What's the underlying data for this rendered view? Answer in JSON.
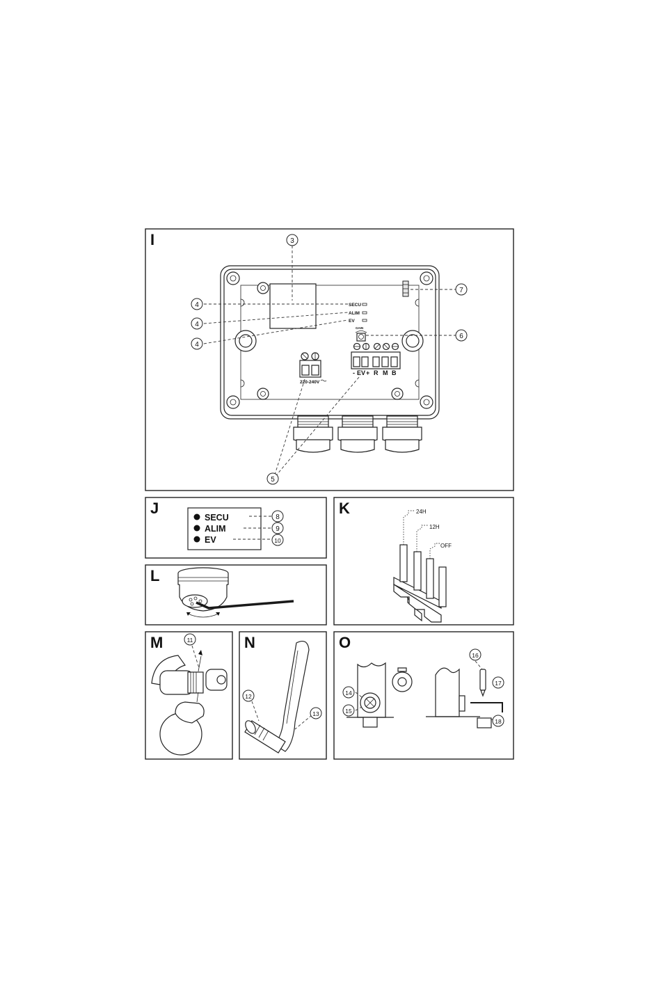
{
  "panels": {
    "I": "I",
    "J": "J",
    "K": "K",
    "L": "L",
    "M": "M",
    "N": "N",
    "O": "O"
  },
  "callouts": {
    "c3": "3",
    "c4a": "4",
    "c4b": "4",
    "c4c": "4",
    "c5": "5",
    "c6": "6",
    "c7": "7",
    "c8": "8",
    "c9": "9",
    "c10": "10",
    "c11": "11",
    "c12": "12",
    "c13": "13",
    "c14": "14",
    "c15": "15",
    "c16": "16",
    "c17": "17",
    "c18": "18"
  },
  "box_i": {
    "led_labels": [
      "SECU",
      "ALIM",
      "EV"
    ],
    "gain_label": "GAIN",
    "power_label": "220-240V",
    "terminal_labels": [
      "-",
      "EV",
      "+",
      "R",
      "M",
      "B"
    ]
  },
  "panel_j": {
    "leds": [
      "SECU",
      "ALIM",
      "EV"
    ]
  },
  "panel_k": {
    "labels": [
      "24H",
      "12H",
      "OFF"
    ]
  }
}
